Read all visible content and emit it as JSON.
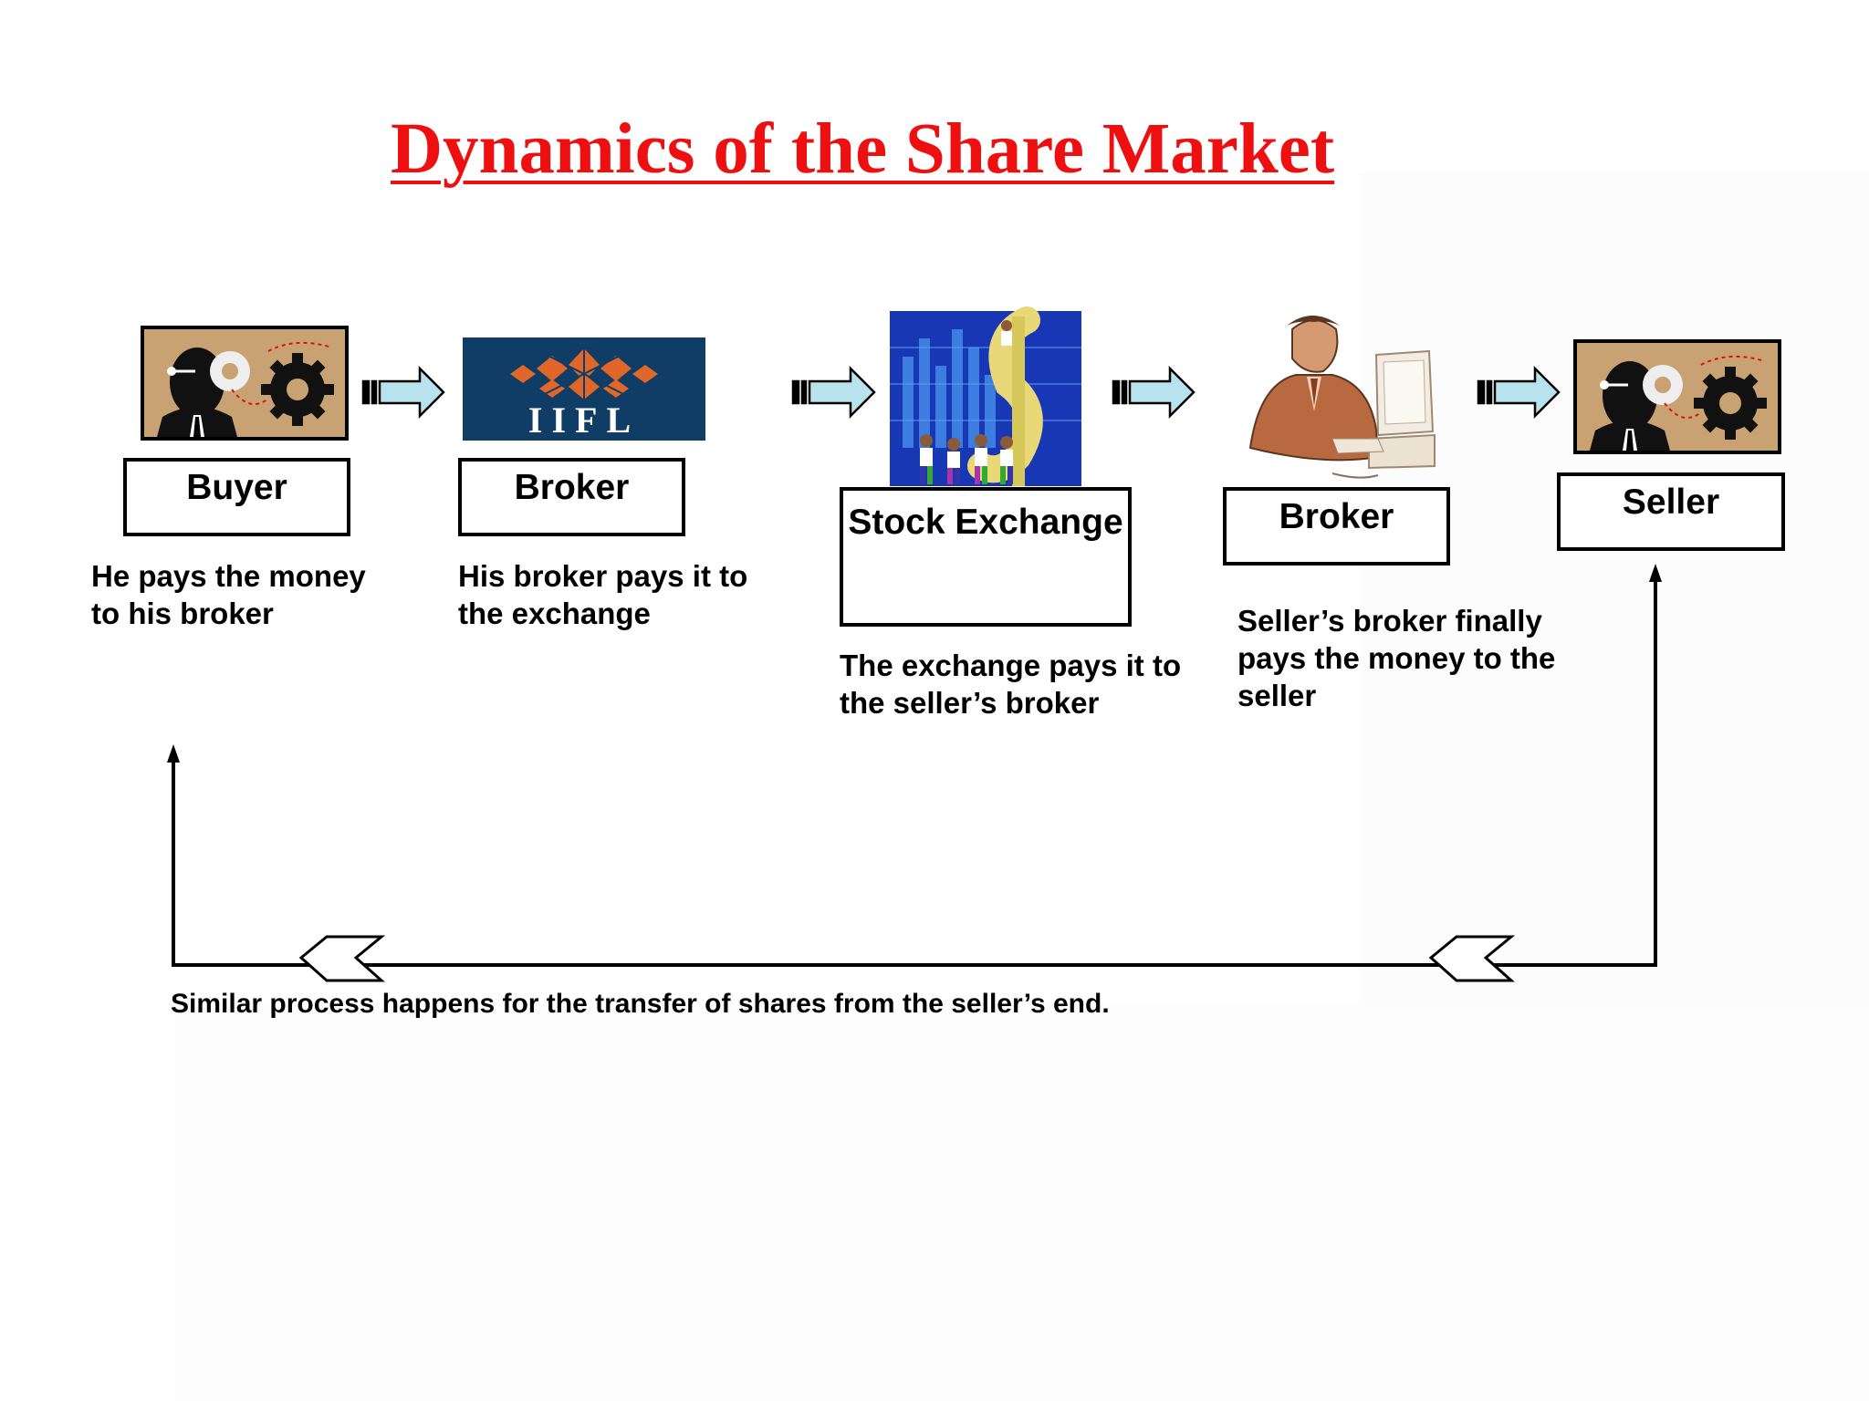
{
  "title": "Dynamics of the Share Market",
  "nodes": {
    "buyer": {
      "label": "Buyer",
      "desc": [
        "He pays the money",
        "to his broker"
      ]
    },
    "broker1": {
      "label": "Broker",
      "logo_text": "IIFL",
      "desc": [
        "His broker pays it to",
        "the exchange"
      ]
    },
    "exchange": {
      "label": "Stock Exchange",
      "desc": [
        "The exchange pays it to",
        "the seller’s broker"
      ]
    },
    "broker2": {
      "label": "Broker",
      "desc": [
        "Seller’s broker finally",
        "pays the money to the",
        "seller"
      ]
    },
    "seller": {
      "label": "Seller"
    }
  },
  "footer": "Similar process happens for the transfer of shares from the seller’s end.",
  "colors": {
    "title": "#ee1010",
    "flow_arrow_fill": "#b9e3ec",
    "iifl_bg": "#0f3d66",
    "iifl_pattern": "#e0662a",
    "clipart_tan": "#c8a273"
  },
  "icons": {
    "buyer": "businessman-gear-clipart",
    "broker1": "iifl-logo",
    "exchange": "stock-exchange-dollar-clipart",
    "broker2": "man-at-computer-clipart",
    "seller": "businessman-gear-clipart"
  }
}
